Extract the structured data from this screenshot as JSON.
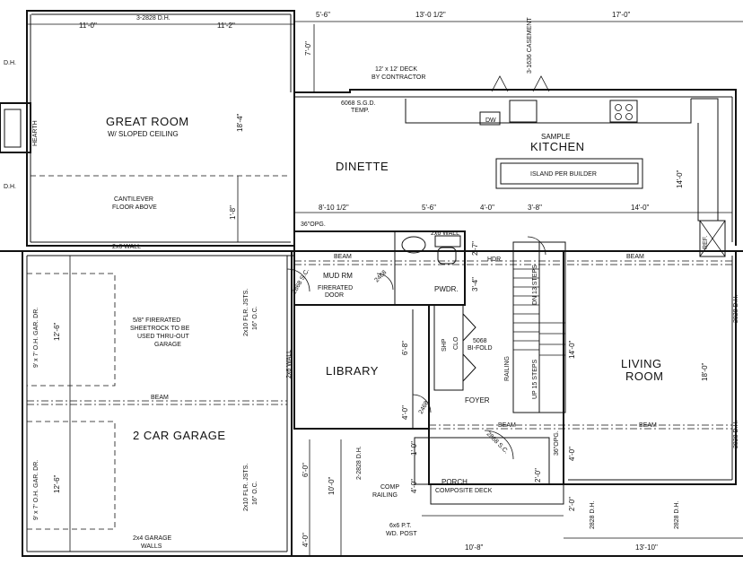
{
  "labels": {
    "great_room": "GREAT ROOM",
    "great_room_sub": "W/ SLOPED CEILING",
    "hearth": "HEARTH",
    "cantilever_1": "CANTILEVER",
    "cantilever_2": "FLOOR ABOVE",
    "dinette": "DINETTE",
    "deck_1": "12' x 12' DECK",
    "deck_2": "BY CONTRACTOR",
    "sgd_1": "6068 S.G.D.",
    "sgd_2": "TEMP.",
    "casement": "3-1636 CASEMENT",
    "dw": "DW",
    "sample": "SAMPLE",
    "kitchen": "KITCHEN",
    "island": "ISLAND PER BUILDER",
    "ref": "REF.",
    "mud_rm": "MUD RM",
    "firerated_door_1": "FIRERATED",
    "firerated_door_2": "DOOR",
    "pwdr": "PWDR.",
    "beam": "BEAM",
    "hdr": "HDR.",
    "wall_2x6": "2x6 WALL",
    "opg": "36\"OPG.",
    "sc_2868": "2868 S.C.",
    "door_2468": "2468",
    "sheetrock_1": "5/8\" FIRERATED",
    "sheetrock_2": "SHEETROCK TO BE",
    "sheetrock_3": "USED THRU-OUT",
    "sheetrock_4": "GARAGE",
    "flr_jsts_1": "2x10 FLR. JSTS.",
    "flr_jsts_2": "16\" O.C.",
    "gar_dr": "9' x 7' O.H. GAR. DR.",
    "library": "LIBRARY",
    "clo": "CLO",
    "shp": "SHP",
    "bifold_1": "5068",
    "bifold_2": "BI-FOLD",
    "foyer": "FOYER",
    "dn_13": "DN 13 STEPS",
    "up_15": "UP 15 STEPS",
    "railing": "RAILING",
    "living": "LIVING",
    "room": "ROOM",
    "garage": "2 CAR GARAGE",
    "garage_walls_1": "2x4 GARAGE",
    "garage_walls_2": "WALLS",
    "porch": "PORCH",
    "porch_sub": "COMPOSITE DECK",
    "comp_railing_1": "COMP",
    "comp_railing_2": "RAILING",
    "post_1": "6x6 P.T.",
    "post_2": "WD. POST",
    "dh_2828": "2-2828 D.H.",
    "dh_3_2828": "3-2828 D.H.",
    "dh_short": "2828 D.H.",
    "dh": "D.H."
  },
  "dims": {
    "d11_0": "11'-0\"",
    "d11_2": "11'-2\"",
    "d5_6": "5'-6\"",
    "d13_0_half": "13'-0 1/2\"",
    "d17_0": "17'-0\"",
    "d7_0": "7'-0\"",
    "d18_4": "18'-4\"",
    "d1_8": "1'-8\"",
    "d8_10_half": "8'-10 1/2\"",
    "d5_6b": "5'-6\"",
    "d4_0": "4'-0\"",
    "d3_8": "3'-8\"",
    "d14_0": "14'-0\"",
    "d2_7": "2'-7\"",
    "d3_4": "3'-4\"",
    "d12_6": "12'-6\"",
    "d6_8": "6'-8\"",
    "d14_0v": "14'-0\"",
    "d18_0": "18'-0\"",
    "d1_0": "1'-0\"",
    "d10_0": "10'-0\"",
    "d6_0": "6'-0\"",
    "d2_0": "2'-0\"",
    "d10_8": "10'-8\"",
    "d13_10": "13'-10\""
  }
}
